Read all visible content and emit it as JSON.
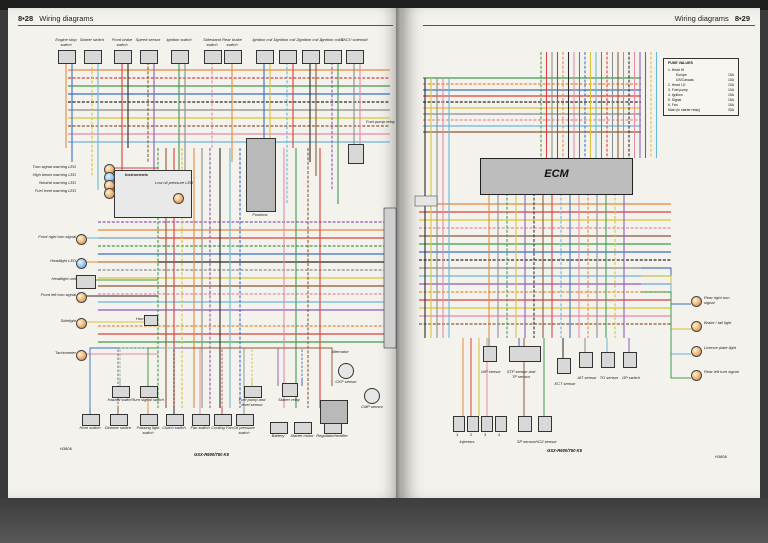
{
  "left_page": {
    "header": {
      "number": "8•28",
      "title": "Wiring diagrams"
    },
    "model_label": "GSX-R600/750 K5",
    "footer_code": "H3806",
    "top_components": [
      {
        "key": "engine_stop",
        "label": "Engine stop switch"
      },
      {
        "key": "starter",
        "label": "Starter switch"
      },
      {
        "key": "front_brake",
        "label": "Front brake switch"
      },
      {
        "key": "speed_sensor",
        "label": "Speed sensor"
      },
      {
        "key": "ignition",
        "label": "Ignition switch"
      },
      {
        "key": "sidestand",
        "label": "Sidestand switch"
      },
      {
        "key": "rear_brake",
        "label": "Rear brake switch"
      },
      {
        "key": "ign1",
        "label": "Ignition coil 1"
      },
      {
        "key": "ign2",
        "label": "Ignition coil 2"
      },
      {
        "key": "ign3",
        "label": "Ignition coil 3"
      },
      {
        "key": "ign4",
        "label": "Ignition coil 4"
      },
      {
        "key": "ewe",
        "label": "EXCV solenoid"
      }
    ],
    "left_components": [
      {
        "key": "turn_led",
        "label": "Turn signal warning LED"
      },
      {
        "key": "high_led",
        "label": "High beam warning LED"
      },
      {
        "key": "neutral_led",
        "label": "Neutral warning LED"
      },
      {
        "key": "fuel_led",
        "label": "Fuel level warning LED"
      },
      {
        "key": "front_right_turn",
        "label": "Front right turn signal"
      },
      {
        "key": "headlight_led",
        "label": "Headlight LED"
      },
      {
        "key": "headlight",
        "label": "Headlight unit"
      },
      {
        "key": "front_left_turn",
        "label": "Front left turn signal"
      },
      {
        "key": "sidelight",
        "label": "Sidelight"
      },
      {
        "key": "tacho",
        "label": "Tachometer"
      }
    ],
    "middle_labels": {
      "instruments": "Instruments",
      "low_oil": "Low oil pressure LED",
      "fusebox": "Fusebox",
      "fuel_pump_relay": "Fuel pump relay",
      "starter_relay": "Starter relay",
      "horn": "Horn",
      "alternator": "Alternator",
      "ckp": "CKP sensor",
      "cmp": "CMP sensor"
    },
    "bottom_components": [
      {
        "key": "horn_sw",
        "label": "Horn switch"
      },
      {
        "key": "dimmer",
        "label": "Dimmer switch"
      },
      {
        "key": "passing",
        "label": "Passing light switch"
      },
      {
        "key": "clutch",
        "label": "Clutch switch"
      },
      {
        "key": "fan_sw",
        "label": "Fan switch"
      },
      {
        "key": "cooling_fan",
        "label": "Cooling Fan"
      },
      {
        "key": "oil_pressure",
        "label": "Oil pressure switch"
      },
      {
        "key": "hazard",
        "label": "Hazard switch"
      },
      {
        "key": "turn_signal",
        "label": "Turn signal switch"
      },
      {
        "key": "fuel_pump",
        "label": "Fuel pump and level sensor"
      },
      {
        "key": "battery",
        "label": "Battery"
      },
      {
        "key": "starter_motor",
        "label": "Starter motor"
      },
      {
        "key": "regulator",
        "label": "Regulator/rectifier"
      }
    ]
  },
  "right_page": {
    "header": {
      "number": "8•29",
      "title": "Wiring diagrams"
    },
    "model_label": "GSX-R600/750 K5",
    "footer_code": "H3806",
    "ecm_label": "ECM",
    "fuse_table": {
      "title": "FUSE VALUES",
      "rows": [
        {
          "name": "1. Head HI",
          "value": ""
        },
        {
          "name": "Europe",
          "value": "15A"
        },
        {
          "name": "US/Canada",
          "value": "10A"
        },
        {
          "name": "2. Head LO",
          "value": "10A"
        },
        {
          "name": "3. Fuel pump",
          "value": "10A"
        },
        {
          "name": "4. Ignition",
          "value": "15A"
        },
        {
          "name": "5. Signal",
          "value": "15A"
        },
        {
          "name": "6. Fan",
          "value": "15A"
        },
        {
          "name": "Main (in starter relay)",
          "value": "30A"
        }
      ]
    },
    "right_components": [
      {
        "key": "rear_right_turn",
        "label": "Rear right turn signal"
      },
      {
        "key": "brake_tail",
        "label": "Brake / tail light"
      },
      {
        "key": "licence",
        "label": "Licence plate light"
      },
      {
        "key": "rear_left_turn",
        "label": "Rear left turn signal"
      }
    ],
    "bottom_components": [
      {
        "key": "iap",
        "label": "IAP sensor"
      },
      {
        "key": "stp_tps",
        "label": "STP sensor and TP sensor"
      },
      {
        "key": "ect",
        "label": "ECT sensor"
      },
      {
        "key": "iat",
        "label": "IAT sensor"
      },
      {
        "key": "tos",
        "label": "TO sensor"
      },
      {
        "key": "gp",
        "label": "GP switch"
      },
      {
        "key": "injectors",
        "label": "Injectors"
      },
      {
        "key": "sp",
        "label": "SP sensor"
      },
      {
        "key": "hot",
        "label": "HO2 sensor"
      }
    ],
    "injector_numbers": [
      "1",
      "2",
      "3",
      "4"
    ]
  },
  "wire_colors": {
    "orange": "#e38a3c",
    "red": "#d7413b",
    "green": "#3f9a4d",
    "blue": "#3b6fc2",
    "black": "#2a2a2a",
    "grey": "#8c8c8c",
    "yellow": "#d9c23a",
    "brown": "#8a5a36",
    "pink": "#e48aa6",
    "lightblue": "#6ab6d8",
    "violet": "#8a5cb5",
    "white": "#dcdcdc"
  }
}
